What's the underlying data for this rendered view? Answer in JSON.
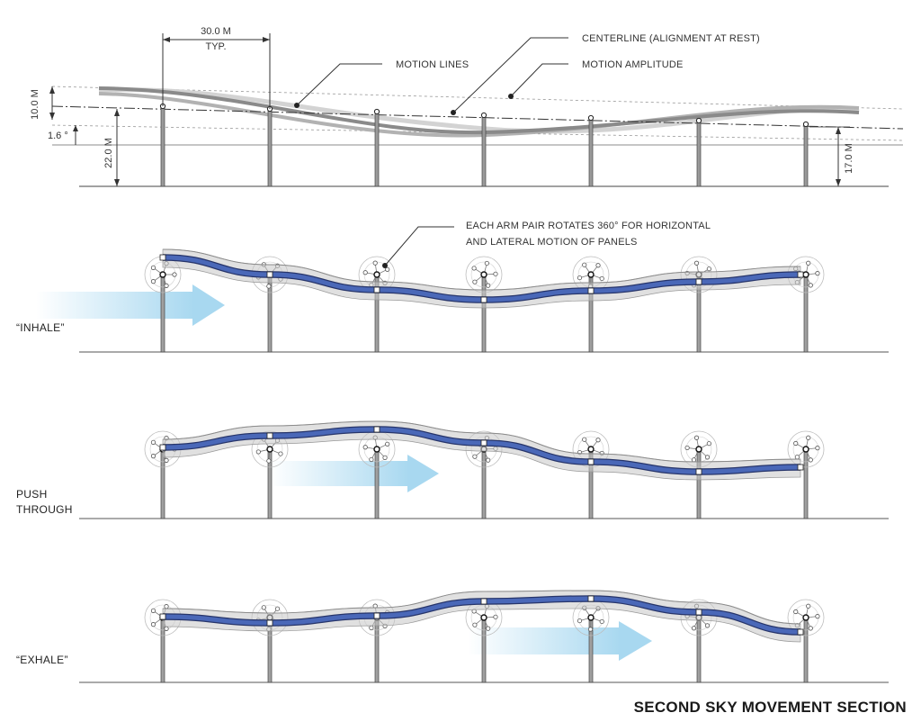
{
  "labels": {
    "span_dim": "30.0 M",
    "span_typ": "TYP.",
    "motion_lines": "MOTION LINES",
    "centerline": "CENTERLINE (ALIGNMENT AT REST)",
    "motion_amplitude": "MOTION AMPLITUDE",
    "amp_dim": "10.0 M",
    "offset_dim": "1.6 °",
    "height_left": "22.0 M",
    "height_right": "17.0 M",
    "arm_note_line1": "EACH ARM PAIR ROTATES 360° FOR HORIZONTAL",
    "arm_note_line2": "AND LATERAL MOTION OF PANELS"
  },
  "states": {
    "inhale": "“INHALE”",
    "push_line1": "PUSH",
    "push_line2": "THROUGH",
    "exhale": "“EXHALE”"
  },
  "title": "SECOND SKY MOVEMENT SECTION",
  "colors": {
    "panel_blue": "#4a68b8",
    "panel_blue_dark": "#27356a",
    "envelope_gray": "#c6c6c6",
    "arrow_blue": "#a8d8f0",
    "line_dark": "#333333"
  }
}
